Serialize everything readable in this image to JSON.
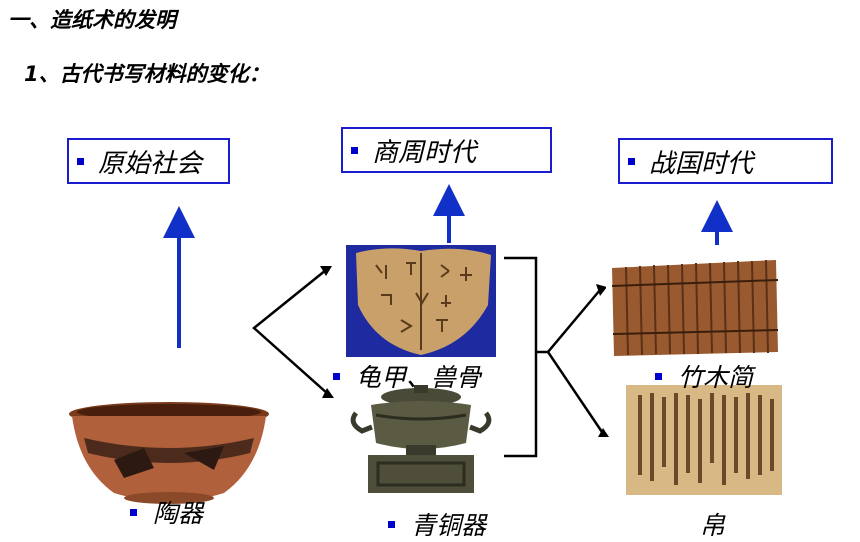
{
  "heading": "一、造纸术的发明",
  "subheading": "1、古代书写材料的变化：",
  "eras": [
    {
      "label": "原始社会"
    },
    {
      "label": "商周时代"
    },
    {
      "label": "战国时代"
    }
  ],
  "materials": {
    "pottery": "陶器",
    "oracle_bones": "龟甲、兽骨",
    "bronze": "青铜器",
    "bamboo": "竹木简",
    "silk": "帛"
  },
  "colors": {
    "accent": "#1c1ccf",
    "arrow_blue": "#1030c8",
    "bullet": "#0000cc"
  }
}
